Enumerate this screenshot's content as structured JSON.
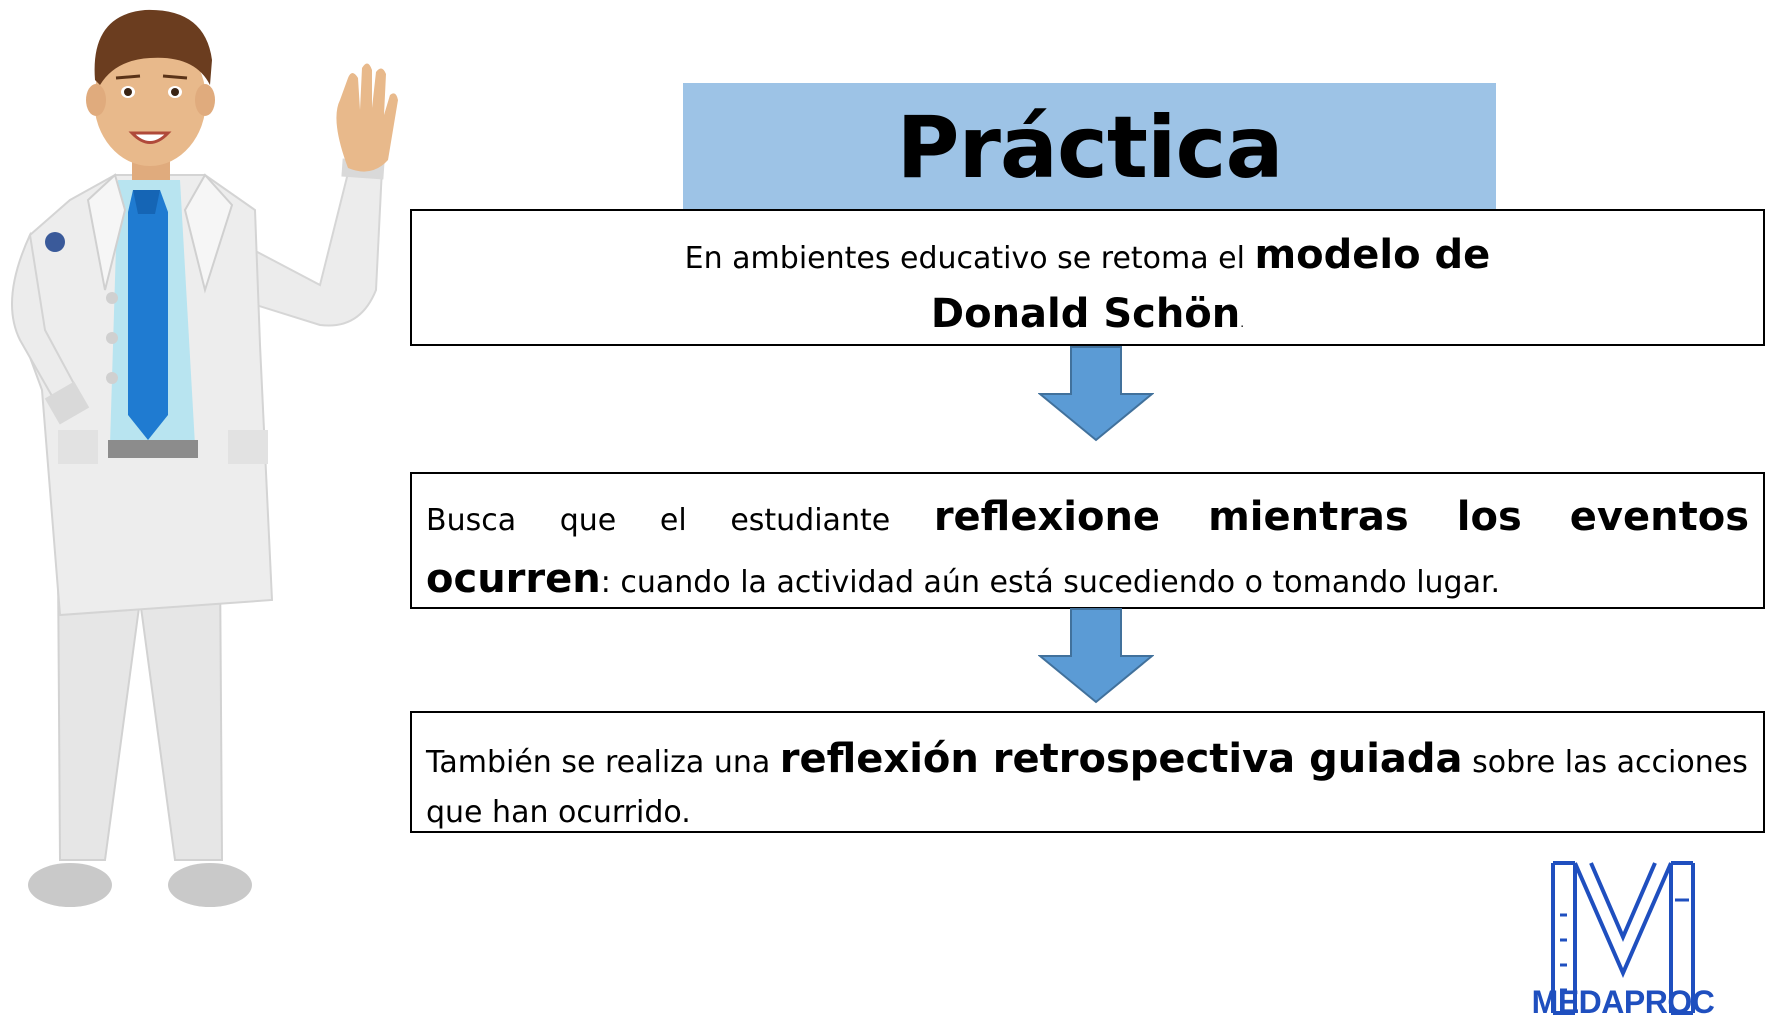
{
  "title": "Práctica reflexiva",
  "box1": {
    "line1": "En ambientes educativo se retoma el ",
    "line1_bold": "modelo de",
    "line2_bold": "Donald Schön",
    "line2_end": "."
  },
  "box2": {
    "start": "Busca que el estudiante ",
    "bold": "reflexione mientras los eventos ocurren",
    "end": ": cuando la actividad aún está sucediendo o tomando lugar."
  },
  "box3": {
    "start": "También se realiza una ",
    "bold": "reflexión retrospectiva guiada",
    "end": " sobre las acciones que han ocurrido."
  },
  "logo": {
    "text": "MEDAPROC",
    "color": "#1f4fbf"
  },
  "colors": {
    "title_bg": "#9dc3e6",
    "arrow": "#5b9bd5",
    "arrow_border": "#41719c"
  },
  "illustration": {
    "icon": "doctor-waving-icon"
  }
}
